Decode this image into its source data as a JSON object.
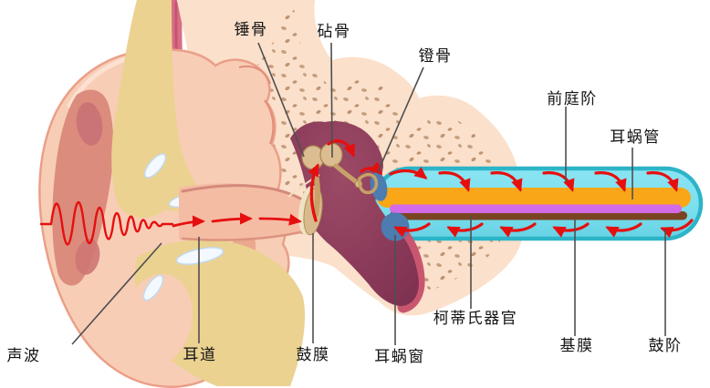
{
  "diagram": {
    "type": "human-ear-anatomy-cross-section",
    "labels": {
      "sound_wave": "声波",
      "ear_canal": "耳道",
      "eardrum": "鼓膜",
      "cochlear_window": "耳蜗窗",
      "organ_of_corti": "柯蒂氏器官",
      "basilar_membrane": "基膜",
      "scala_tympani": "鼓阶",
      "malleus": "锤骨",
      "incus": "砧骨",
      "stapes": "镫骨",
      "scala_vestibuli": "前庭阶",
      "cochlear_duct": "耳蜗管"
    },
    "colors": {
      "arrow_red": "#e60f0f",
      "cochlea_tube_fill": "#7ddfee",
      "cochlea_tube_border": "#2cb4c8",
      "scala_vestibuli_band_orange": "#f9a619",
      "cochlear_duct_band_magenta": "#d36ae8",
      "basilar_membrane_band_brown": "#7a4423",
      "window_blue": "#4c7cb0",
      "middle_ear_maroon": "#8e3c56",
      "bone_pink": "#fbe0cb",
      "bone_speckle": "#c49e7e",
      "skin_pink": "#f8cdb6",
      "cartilage_yellow": "#ebd291",
      "muscle_stripe_pink": "#db6d86",
      "leader_line_gray": "#4f4f4f"
    }
  }
}
